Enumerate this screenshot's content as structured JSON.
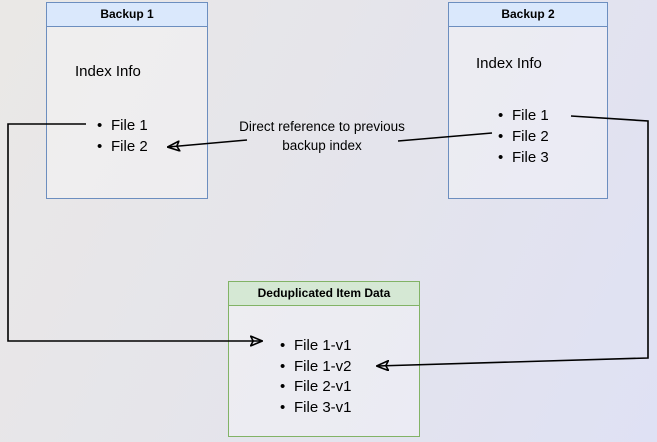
{
  "diagram": {
    "backup1": {
      "title": "Backup 1",
      "section_label": "Index Info",
      "files": [
        "File 1",
        "File 2"
      ]
    },
    "backup2": {
      "title": "Backup 2",
      "section_label": "Index Info",
      "files": [
        "File 1",
        "File 2",
        "File 3"
      ]
    },
    "dedup": {
      "title": "Deduplicated Item Data",
      "items": [
        "File 1-v1",
        "File 1-v2",
        "File 2-v1",
        "File 3-v1"
      ]
    },
    "annotation": "Direct reference to previous backup index",
    "colors": {
      "blue_header_fill": "#dae8fc",
      "blue_stroke": "#6c8ebf",
      "green_header_fill": "#d5e8d4",
      "green_stroke": "#82b366",
      "arrow": "#000000",
      "background_start": "#eae8e6",
      "background_end": "#dfe1f4"
    }
  }
}
